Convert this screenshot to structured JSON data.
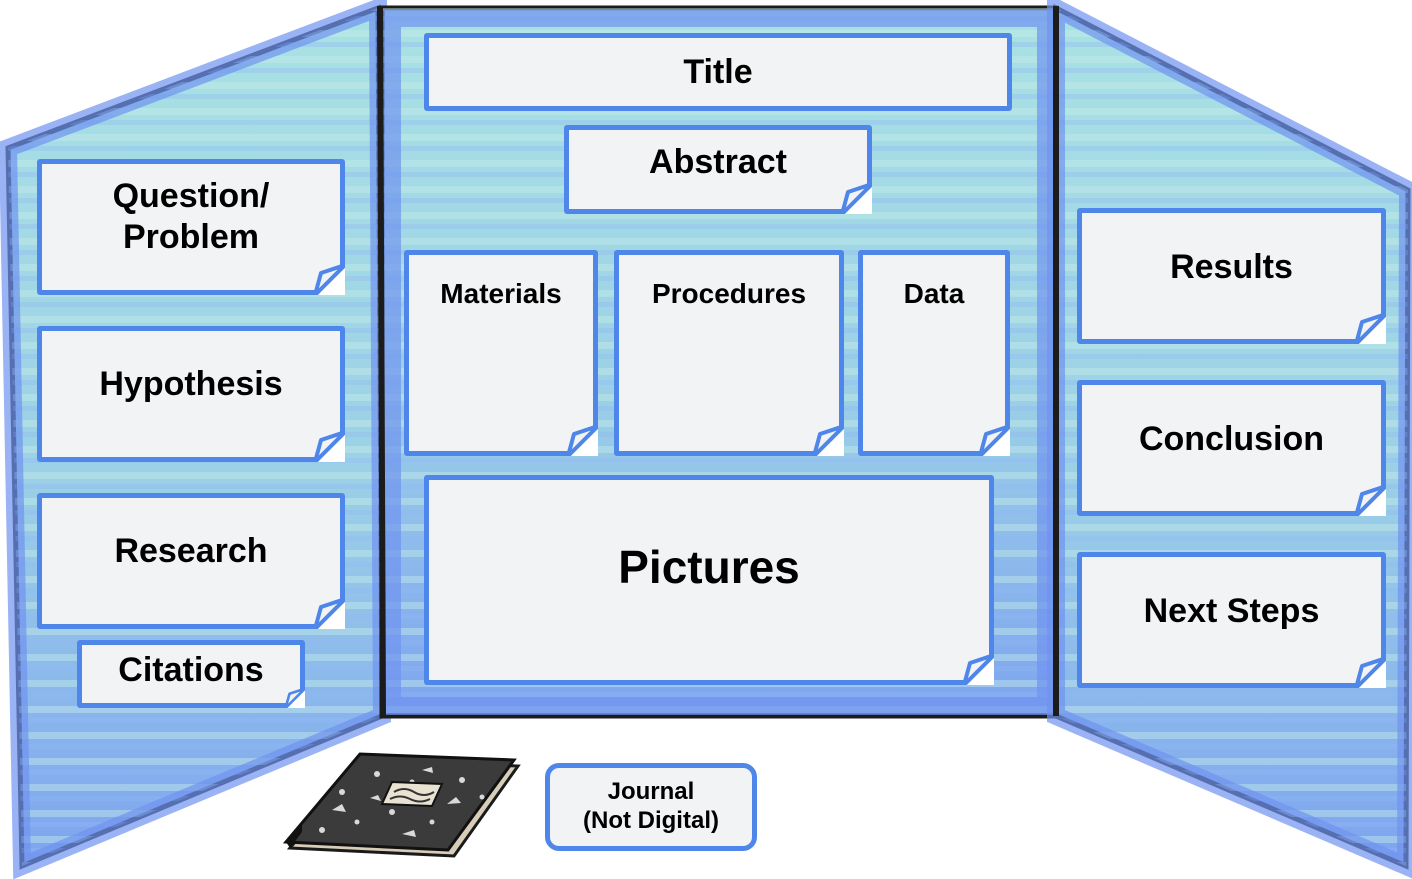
{
  "colors": {
    "card_border": "#4f86ea",
    "card_fill": "#f2f3f5",
    "board_blue": "#7ea4f0",
    "board_teal": "#a9e2e4",
    "board_outline": "#1c1c1c"
  },
  "center": {
    "title": "Title",
    "abstract": "Abstract",
    "materials": "Materials",
    "procedures": "Procedures",
    "data": "Data",
    "pictures": "Pictures"
  },
  "left": {
    "question": "Question/\nProblem",
    "hypothesis": "Hypothesis",
    "research": "Research",
    "citations": "Citations"
  },
  "right": {
    "results": "Results",
    "conclusion": "Conclusion",
    "next_steps": "Next Steps"
  },
  "journal": {
    "label": "Journal\n(Not Digital)",
    "icon": "composition-notebook-icon"
  }
}
